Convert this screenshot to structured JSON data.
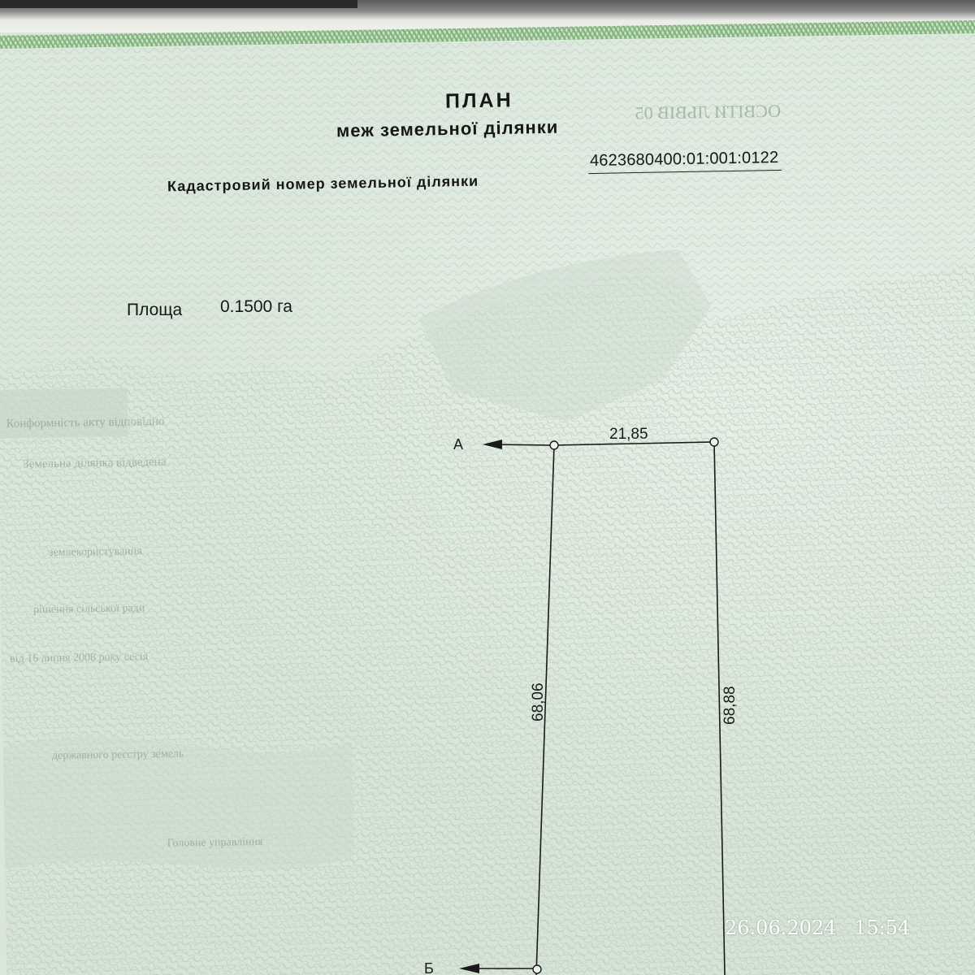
{
  "document": {
    "title": "ПЛАН",
    "subtitle": "меж земельної ділянки",
    "cadastral_label": "Кадастровий номер земельної ділянки",
    "cadastral_number": "4623680400:01:001:0122",
    "area_label": "Площа",
    "area_value": "0.1500 га"
  },
  "plan": {
    "point_a": "А",
    "point_b": "Б",
    "top_side_length": "21,85",
    "left_side_length": "68,06",
    "right_side_length": "68,88"
  },
  "photo_timestamp": {
    "date": "26.06.2024",
    "time": "15:54"
  },
  "colors": {
    "paper": "#d9e5d9",
    "guilloche": "#a9c2ab",
    "ink": "#171717",
    "border_green": "#7fb07c"
  }
}
